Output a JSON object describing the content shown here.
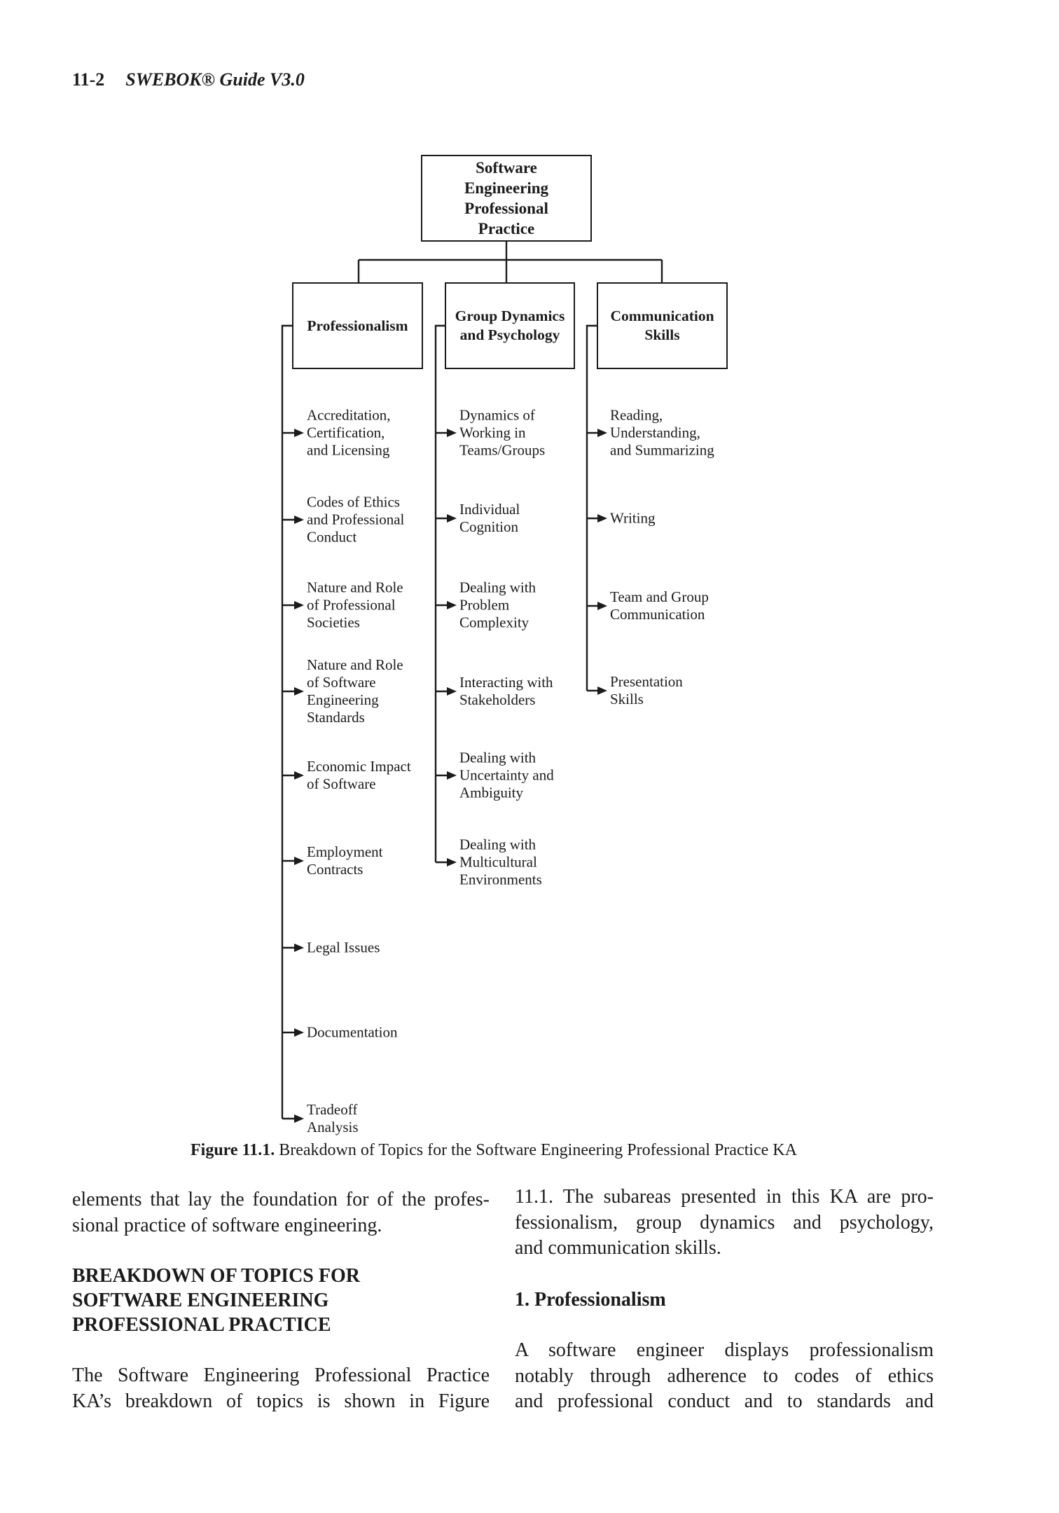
{
  "header": {
    "page_number": "11-2",
    "book_title": "SWEBOK® Guide V3.0"
  },
  "figure": {
    "root": {
      "label": [
        "Software",
        "Engineering",
        "Professional",
        "Practice"
      ]
    },
    "columns": [
      {
        "title": [
          "Professionalism"
        ],
        "items": [
          {
            "label": [
              "Accreditation,",
              "Certification,",
              "and Licensing"
            ]
          },
          {
            "label": [
              "Codes of Ethics",
              "and Professional",
              "Conduct"
            ]
          },
          {
            "label": [
              "Nature and Role",
              "of Professional",
              "Societies"
            ]
          },
          {
            "label": [
              "Nature and Role",
              "of Software",
              "Engineering",
              "Standards"
            ]
          },
          {
            "label": [
              "Economic Impact",
              "of Software"
            ]
          },
          {
            "label": [
              "Employment",
              "Contracts"
            ]
          },
          {
            "label": [
              "Legal Issues"
            ]
          },
          {
            "label": [
              "Documentation"
            ]
          },
          {
            "label": [
              "Tradeoff",
              "Analysis"
            ]
          }
        ]
      },
      {
        "title": [
          "Group Dynamics",
          "and Psychology"
        ],
        "items": [
          {
            "label": [
              "Dynamics of",
              "Working in",
              "Teams/Groups"
            ]
          },
          {
            "label": [
              "Individual",
              "Cognition"
            ]
          },
          {
            "label": [
              "Dealing with",
              "Problem",
              "Complexity"
            ]
          },
          {
            "label": [
              "Interacting with",
              "Stakeholders"
            ]
          },
          {
            "label": [
              "Dealing with",
              "Uncertainty and",
              "Ambiguity"
            ]
          },
          {
            "label": [
              "Dealing with",
              "Multicultural",
              "Environments"
            ]
          }
        ]
      },
      {
        "title": [
          "Communication",
          "Skills"
        ],
        "items": [
          {
            "label": [
              "Reading,",
              "Understanding,",
              "and Summarizing"
            ]
          },
          {
            "label": [
              "Writing"
            ]
          },
          {
            "label": [
              "Team and Group",
              "Communication"
            ]
          },
          {
            "label": [
              "Presentation",
              "Skills"
            ]
          }
        ]
      }
    ],
    "caption": {
      "label": "Figure 11.1.",
      "text": " Breakdown of Topics for the Software Engineering Professional Practice KA"
    }
  },
  "body": {
    "left": {
      "para1": {
        "lines": [
          "elements that lay the foundation for of the profes-",
          "sional practice of software engineering."
        ],
        "justify_last": false
      },
      "heading": [
        "BREAKDOWN OF TOPICS FOR",
        "SOFTWARE ENGINEERING",
        "PROFESSIONAL PRACTICE"
      ],
      "para2": {
        "lines": [
          "The Software Engineering Professional Practice",
          "KA’s breakdown of topics is shown in Figure"
        ],
        "justify_last": true
      }
    },
    "right": {
      "para1": {
        "lines": [
          "11.1. The subareas presented in this KA are pro-",
          "fessionalism, group dynamics and psychology,",
          "and communication skills."
        ],
        "justify_last": false
      },
      "heading": [
        "1. Professionalism"
      ],
      "para2": {
        "lines": [
          "A software engineer displays professionalism",
          "notably through adherence to codes of ethics",
          "and professional conduct and to standards and"
        ],
        "justify_last": true
      }
    }
  }
}
